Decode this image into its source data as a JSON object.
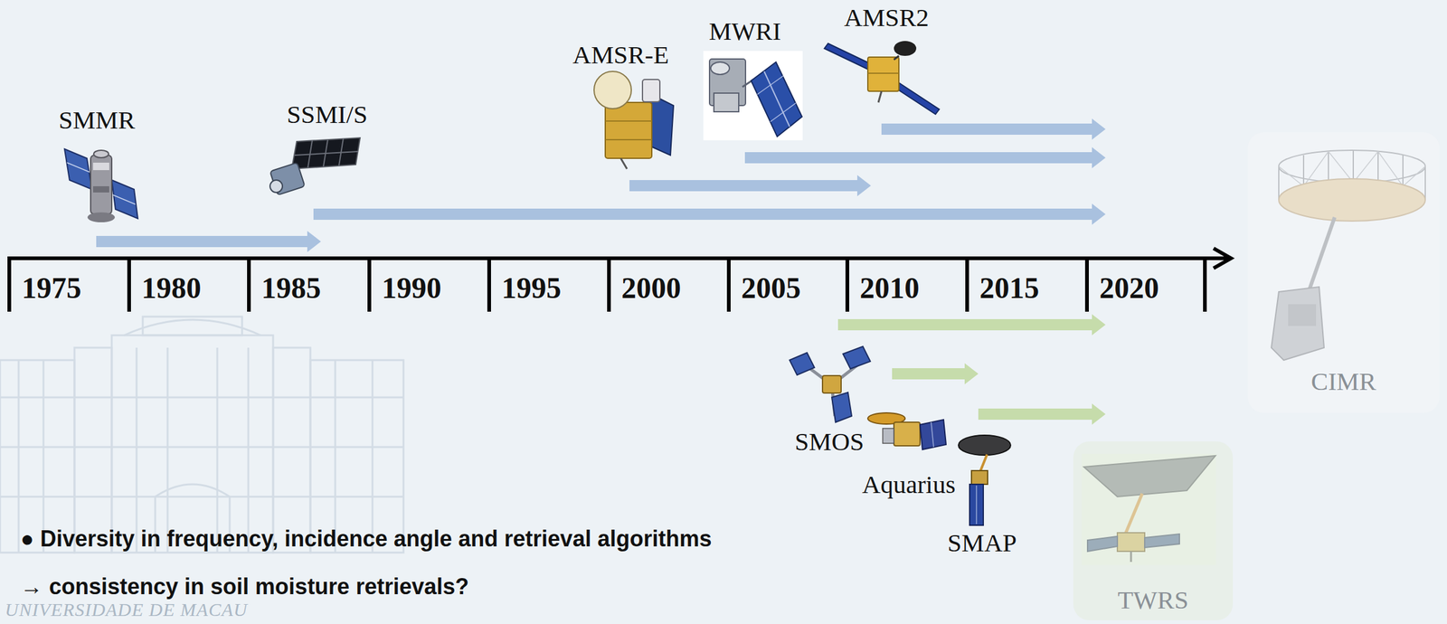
{
  "diagram": {
    "nodes": [
      {
        "text": [
          "CIMR"
        ]
      },
      {
        "text": [
          "TWRS"
        ]
      }
    ],
    "labels": [
      "SMMR",
      "SSMI/S",
      "AMSR-E",
      "MWRI",
      "AMSR2",
      "1975",
      "1980",
      "1985",
      "1990",
      "1995",
      "2000",
      "2005",
      "2010",
      "2015",
      "2020",
      "SMOS",
      "Aquarius",
      "SMAP",
      "● Diversity in frequency, incidence angle and retrieval algorithms",
      "→ consistency in soil moisture retrievals?",
      "UNIVERSIDADE DE MACAU"
    ]
  }
}
